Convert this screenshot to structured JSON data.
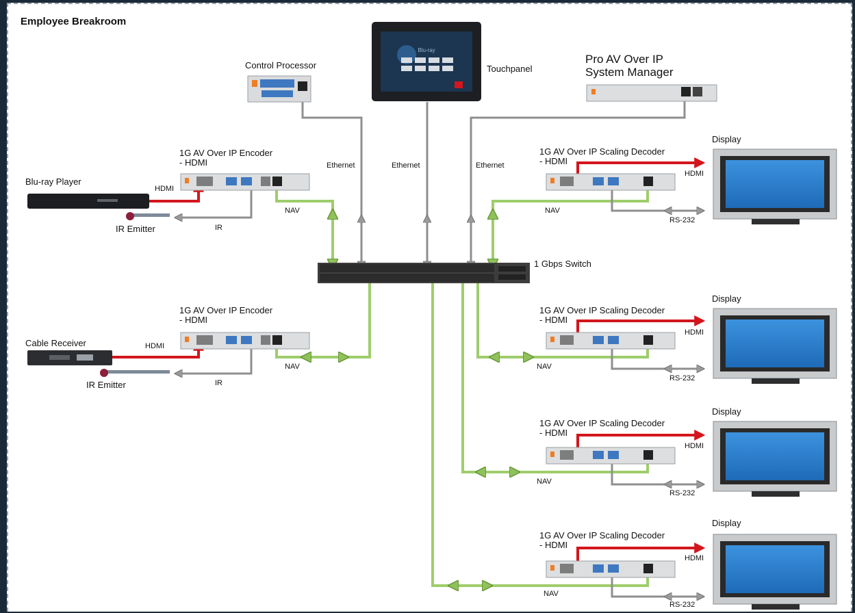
{
  "title": "Employee Breakroom",
  "devices": {
    "control_processor": "Control Processor",
    "touchpanel": "Touchpanel",
    "touchpanel_screen_title": "Blu-ray",
    "system_manager": "Pro AV Over IP\nSystem Manager",
    "encoder_1": "1G AV Over IP Encoder\n- HDMI",
    "encoder_2": "1G AV Over IP Encoder\n- HDMI",
    "bluray_player": "Blu-ray Player",
    "cable_receiver": "Cable Receiver",
    "ir_emitter_1": "IR Emitter",
    "ir_emitter_2": "IR Emitter",
    "switch": "1 Gbps Switch",
    "decoder_1": "1G AV Over IP Scaling Decoder\n- HDMI",
    "decoder_2": "1G AV Over IP Scaling Decoder\n- HDMI",
    "decoder_3": "1G AV Over IP Scaling Decoder\n- HDMI",
    "decoder_4": "1G AV Over IP Scaling Decoder\n- HDMI",
    "display_1": "Display",
    "display_2": "Display",
    "display_3": "Display",
    "display_4": "Display"
  },
  "connection_labels": {
    "ethernet_1": "Ethernet",
    "ethernet_2": "Ethernet",
    "ethernet_3": "Ethernet",
    "hdmi_src_1": "HDMI",
    "hdmi_src_2": "HDMI",
    "ir_1": "IR",
    "ir_2": "IR",
    "nav_enc_1": "NAV",
    "nav_enc_2": "NAV",
    "nav_dec_1": "NAV",
    "nav_dec_2": "NAV",
    "nav_dec_3": "NAV",
    "nav_dec_4": "NAV",
    "hdmi_dec_1": "HDMI",
    "hdmi_dec_2": "HDMI",
    "hdmi_dec_3": "HDMI",
    "hdmi_dec_4": "HDMI",
    "rs232_1": "RS-232",
    "rs232_2": "RS-232",
    "rs232_3": "RS-232",
    "rs232_4": "RS-232"
  },
  "colors": {
    "hdmi": "#d3161d",
    "nav": "#9fcd6b",
    "ethernet": "#8f8f8f",
    "ir": "#8f8f8f",
    "screen": "#2178c8",
    "device": "#d9dbdd",
    "switch": "#3d3d3d"
  }
}
